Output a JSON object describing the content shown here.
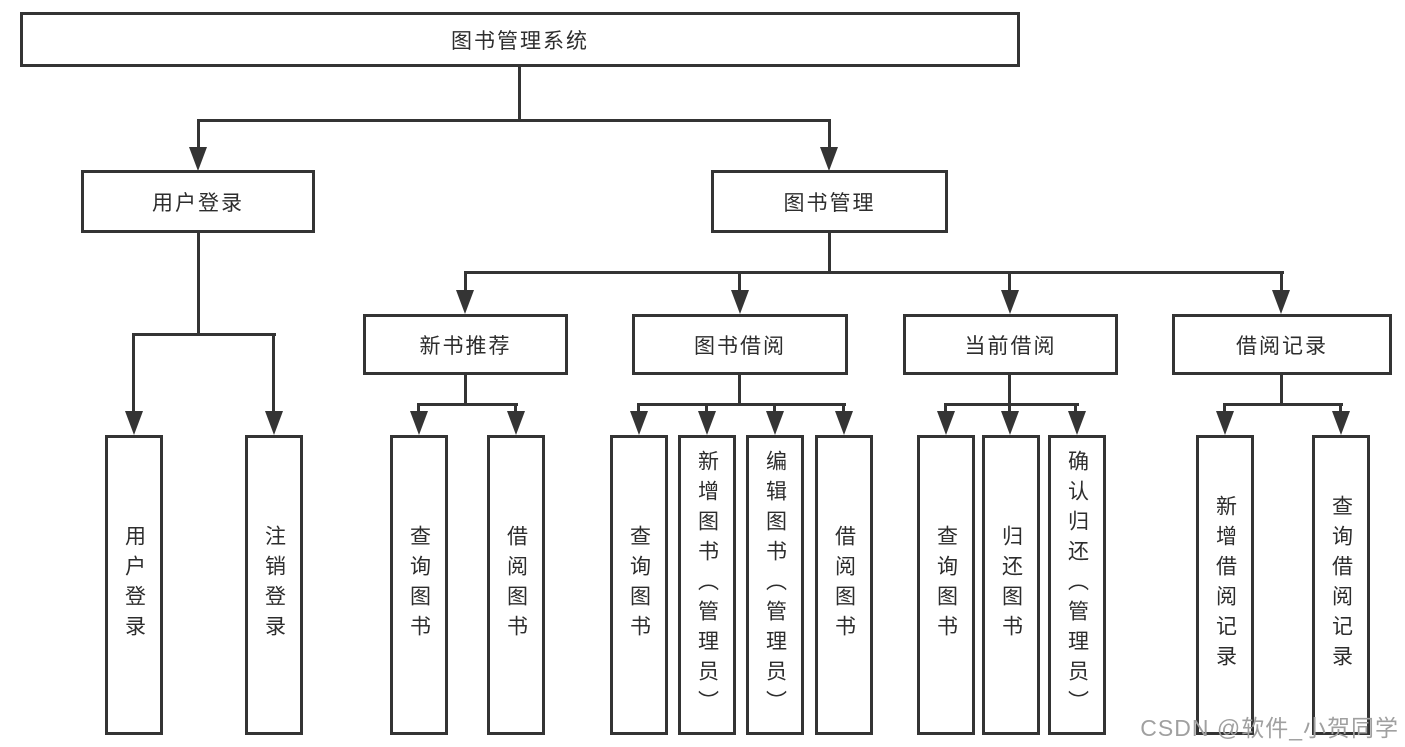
{
  "diagram": {
    "root": {
      "label": "图书管理系统"
    },
    "branches": [
      {
        "label": "用户登录",
        "children": [
          {
            "label": "用户登录"
          },
          {
            "label": "注销登录"
          }
        ]
      },
      {
        "label": "图书管理",
        "children": [
          {
            "label": "新书推荐",
            "children": [
              {
                "label": "查询图书"
              },
              {
                "label": "借阅图书"
              }
            ]
          },
          {
            "label": "图书借阅",
            "children": [
              {
                "label": "查询图书"
              },
              {
                "label": "新增图书（管理员）"
              },
              {
                "label": "编辑图书（管理员）"
              },
              {
                "label": "借阅图书"
              }
            ]
          },
          {
            "label": "当前借阅",
            "children": [
              {
                "label": "查询图书"
              },
              {
                "label": "归还图书"
              },
              {
                "label": "确认归还（管理员）"
              }
            ]
          },
          {
            "label": "借阅记录",
            "children": [
              {
                "label": "新增借阅记录"
              },
              {
                "label": "查询借阅记录"
              }
            ]
          }
        ]
      }
    ]
  },
  "watermark": {
    "text": "CSDN @软件_小贺同学"
  },
  "colors": {
    "line": "#343434",
    "text": "#2d2d2d",
    "box_background": "#ffffff",
    "watermark": "#a0a0a0",
    "background": "#ffffff"
  }
}
